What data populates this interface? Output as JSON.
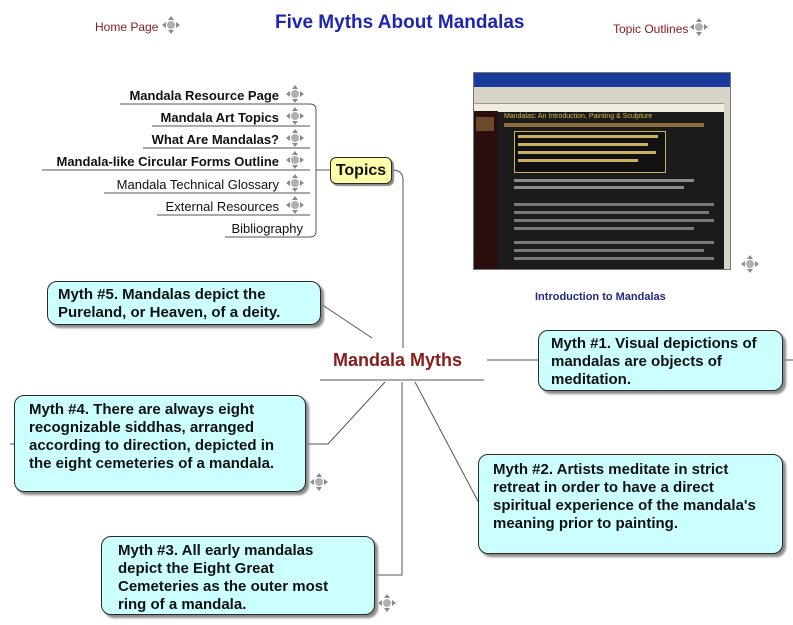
{
  "header": {
    "home_link": "Home Page",
    "title": "Five Myths About Mandalas",
    "topic_outlines_link": "Topic Outlines"
  },
  "topics": {
    "label": "Topics",
    "items": [
      {
        "label": "Mandala Resource Page",
        "bold": true
      },
      {
        "label": "Mandala Art Topics",
        "bold": true
      },
      {
        "label": "What Are Mandalas?",
        "bold": true
      },
      {
        "label": "Mandala-like Circular Forms Outline",
        "bold": true
      },
      {
        "label": "Mandala Technical Glossary",
        "bold": false
      },
      {
        "label": "External Resources",
        "bold": false
      },
      {
        "label": "Bibliography",
        "bold": false
      }
    ]
  },
  "center": {
    "title": "Mandala Myths"
  },
  "myths": {
    "m1": "Myth #1. Visual depictions of mandalas are objects of meditation.",
    "m2": "Myth #2. Artists meditate in strict retreat in order to have a direct spiritual experience of the mandala's meaning prior to painting.",
    "m3": "Myth #3. All early mandalas depict the Eight Great Cemeteries as the outer most ring of a mandala.",
    "m4": "Myth #4. There are always eight recognizable siddhas, arranged according to direction, depicted in the eight cemeteries of a mandala.",
    "m5": "Myth #5. Mandalas depict the Pureland, or Heaven, of a deity."
  },
  "thumbnail": {
    "caption": "Introduction to Mandalas",
    "page_title": "Mandalas: An Introduction, Painting & Sculpture"
  },
  "icons": {
    "move": "move-arrows-icon"
  },
  "colors": {
    "title": "#1f25b3",
    "center_title": "#8b1a1a",
    "myth_fill": "#ccffff",
    "topics_fill": "#ffffaa",
    "header_links": "#8b1a1a"
  }
}
